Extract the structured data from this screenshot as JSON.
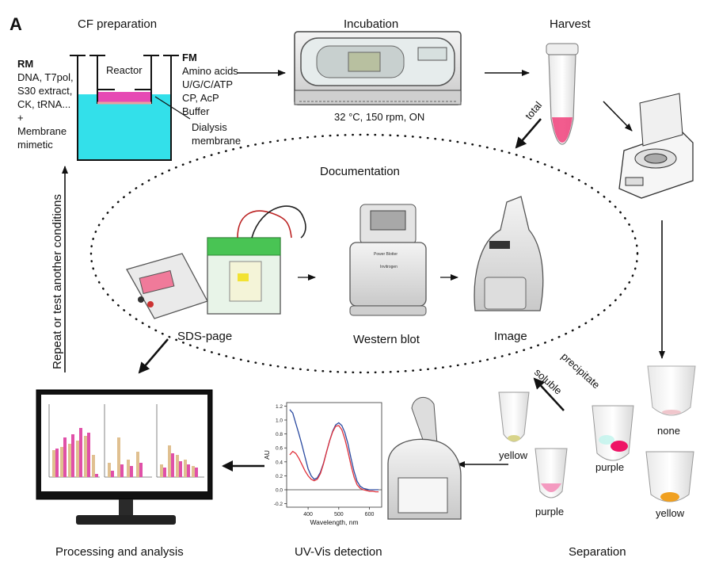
{
  "panel_label": "A",
  "steps": {
    "cf_preparation": "CF preparation",
    "incubation": "Incubation",
    "harvest": "Harvest",
    "documentation": "Documentation",
    "sds_page": "SDS-page",
    "western_blot": "Western blot",
    "image": "Image",
    "separation": "Separation",
    "uv_vis": "UV-Vis detection",
    "processing": "Processing and analysis"
  },
  "reactor": {
    "label": "Reactor",
    "rm_title": "RM",
    "rm_lines": [
      "DNA, T7pol,",
      "S30 extract,",
      "CK, tRNA...",
      "+",
      "Membrane",
      "mimetic"
    ],
    "fm_title": "FM",
    "fm_lines": [
      "Amino acids",
      "U/G/C/ATP",
      "CP, AcP",
      "Buffer"
    ],
    "dialysis_lines": [
      "Dialysis",
      "membrane"
    ]
  },
  "incubation_conditions": "32 °C, 150 rpm, ON",
  "arrow_labels": {
    "total": "total",
    "soluble": "soluble",
    "precipitate": "precipitate",
    "repeat": "Repeat or test another conditions"
  },
  "device_text": {
    "blotter_brand": "Power Blotter",
    "blotter_maker": "Invitrogen"
  },
  "tubes": {
    "soluble_top": "yellow",
    "soluble_bottom": "purple",
    "precip_middle": "purple",
    "precip_top": "none",
    "precip_bottom": "yellow"
  },
  "colors": {
    "magenta": "#e64ab4",
    "cyan": "#33e0ea",
    "red_spectrum": "#e0303a",
    "blue_spectrum": "#2a4aa0",
    "pink_pellet": "#f0407a"
  },
  "chart_data": {
    "type": "line",
    "xlabel": "Wavelength, nm",
    "ylabel": "AU",
    "xlim": [
      330,
      640
    ],
    "ylim": [
      -0.25,
      1.25
    ],
    "x_ticks": [
      "400",
      "500",
      "600"
    ],
    "y_ticks": [
      "1.2",
      "1.0",
      "0.8",
      "0.6",
      "0.4",
      "0.2",
      "0.0",
      "-0.2"
    ],
    "series": [
      {
        "color": "#2a4aa0",
        "x": [
          340,
          350,
          360,
          370,
          380,
          390,
          400,
          410,
          420,
          430,
          440,
          450,
          460,
          470,
          480,
          490,
          500,
          510,
          520,
          530,
          540,
          550,
          560,
          570,
          580,
          590,
          600,
          610,
          620,
          630
        ],
        "y": [
          1.15,
          1.1,
          0.95,
          0.8,
          0.64,
          0.47,
          0.3,
          0.2,
          0.15,
          0.17,
          0.25,
          0.38,
          0.54,
          0.7,
          0.84,
          0.93,
          0.96,
          0.92,
          0.82,
          0.66,
          0.45,
          0.26,
          0.12,
          0.05,
          0.02,
          0.01,
          0.0,
          0.0,
          0.0,
          0.0
        ]
      },
      {
        "color": "#e0303a",
        "x": [
          340,
          350,
          360,
          370,
          380,
          390,
          400,
          410,
          420,
          430,
          440,
          450,
          460,
          470,
          480,
          490,
          500,
          510,
          520,
          530,
          540,
          550,
          560,
          570,
          580,
          590,
          600,
          610,
          620,
          630
        ],
        "y": [
          0.5,
          0.55,
          0.52,
          0.45,
          0.36,
          0.27,
          0.2,
          0.15,
          0.13,
          0.15,
          0.23,
          0.37,
          0.54,
          0.7,
          0.83,
          0.91,
          0.92,
          0.86,
          0.73,
          0.55,
          0.35,
          0.18,
          0.07,
          0.02,
          0.0,
          -0.01,
          -0.02,
          -0.02,
          -0.03,
          -0.03
        ]
      }
    ]
  }
}
